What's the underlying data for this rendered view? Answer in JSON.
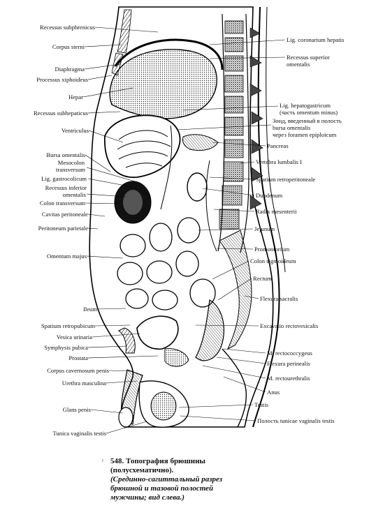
{
  "labels_left": [
    {
      "id": "recessus-subphrenicus",
      "text": "Recessus subphrenicus"
    },
    {
      "id": "corpus-sterni",
      "text": "Corpus sterni"
    },
    {
      "id": "diaphragma",
      "text": "Diaphragma"
    },
    {
      "id": "processus-xiphoideus",
      "text": "Processus xiphoideus"
    },
    {
      "id": "hepar",
      "text": "Hepar"
    },
    {
      "id": "recessus-subhepaticus",
      "text": "Recessus subhepaticus"
    },
    {
      "id": "ventriculus",
      "text": "Ventriculus"
    },
    {
      "id": "bursa-omentalis",
      "text": "Bursa omentalis"
    },
    {
      "id": "mesocolon-1",
      "text": "Mesocolon"
    },
    {
      "id": "mesocolon-2",
      "text": "transversum"
    },
    {
      "id": "lig-gastrocolicum",
      "text": "Lig. gastrocolicum"
    },
    {
      "id": "recessus-inferior-1",
      "text": "Recessus inferior"
    },
    {
      "id": "recessus-inferior-2",
      "text": "omentalis"
    },
    {
      "id": "colon-transversum",
      "text": "Colon transversum"
    },
    {
      "id": "cavitas-peritoneale",
      "text": "Cavitas peritoneale"
    },
    {
      "id": "peritoneum-parietale",
      "text": "Peritoneum parietale"
    },
    {
      "id": "omentum-majus",
      "text": "Omentum majus"
    },
    {
      "id": "ileum",
      "text": "Ileum"
    },
    {
      "id": "spatium-retropubicum",
      "text": "Spatium retropubicum"
    },
    {
      "id": "vesica-urinaria",
      "text": "Vesica urinaria"
    },
    {
      "id": "symphysis-pubica",
      "text": "Symphysis pubica"
    },
    {
      "id": "prostata",
      "text": "Prostata"
    },
    {
      "id": "corpus-cavernosum",
      "text": "Corpus cavernosum penis"
    },
    {
      "id": "urethra-masculina",
      "text": "Urethra masculina"
    },
    {
      "id": "glans-penis",
      "text": "Glans penis"
    },
    {
      "id": "tunica-vaginalis",
      "text": "Tunica vaginalis testis"
    }
  ],
  "labels_right": [
    {
      "id": "lig-coronarium",
      "text": "Lig. coronarium hepatis"
    },
    {
      "id": "recessus-superior-1",
      "text": "Recessus superior"
    },
    {
      "id": "recessus-superior-2",
      "text": "omentalis"
    },
    {
      "id": "lig-hepatogastricum-1",
      "text": "Lig. hepatogastricum"
    },
    {
      "id": "lig-hepatogastricum-2",
      "text": "(часть omentum minus)"
    },
    {
      "id": "zond-1",
      "text": "Зонд, введенный в полость"
    },
    {
      "id": "zond-2",
      "text": "bursa omentalis"
    },
    {
      "id": "zond-3",
      "text": "через foramen epiploicum"
    },
    {
      "id": "pancreas",
      "text": "Pancreas"
    },
    {
      "id": "vertebra-lumbalis",
      "text": "Vertebra lumbalis I"
    },
    {
      "id": "spatium-retroperitoneale",
      "text": "Spatium retroperitoneale"
    },
    {
      "id": "duodenum",
      "text": "Duodenum"
    },
    {
      "id": "radix-mesenterii",
      "text": "Radix mesenterii"
    },
    {
      "id": "jejunum",
      "text": "Jejunum"
    },
    {
      "id": "promontorium",
      "text": "Promontorium"
    },
    {
      "id": "colon-sigmoideum",
      "text": "Colon sigmoideum"
    },
    {
      "id": "rectum",
      "text": "Rectum"
    },
    {
      "id": "flexura-sacralis",
      "text": "Flexura sacralis"
    },
    {
      "id": "excavatio",
      "text": "Excavatio rectovesicalis"
    },
    {
      "id": "m-rectococcygeus",
      "text": "M. rectococcygeus"
    },
    {
      "id": "flexura-perinealis",
      "text": "Flexura perinealis"
    },
    {
      "id": "m-rectourethralis",
      "text": "M. rectourethralis"
    },
    {
      "id": "anus",
      "text": "Anus"
    },
    {
      "id": "testis",
      "text": "Testis"
    },
    {
      "id": "polost",
      "text": "Полость tunicae vaginalis testis"
    }
  ],
  "caption": {
    "marker": "r",
    "title_line1": "548. Топография брюшины",
    "title_line2": "(полусхематично).",
    "sub_line1": "(Срединно-сагиттальный разрез",
    "sub_line2": "брюшной и тазовой полостей",
    "sub_line3": "мужчины; вид слева.)"
  }
}
